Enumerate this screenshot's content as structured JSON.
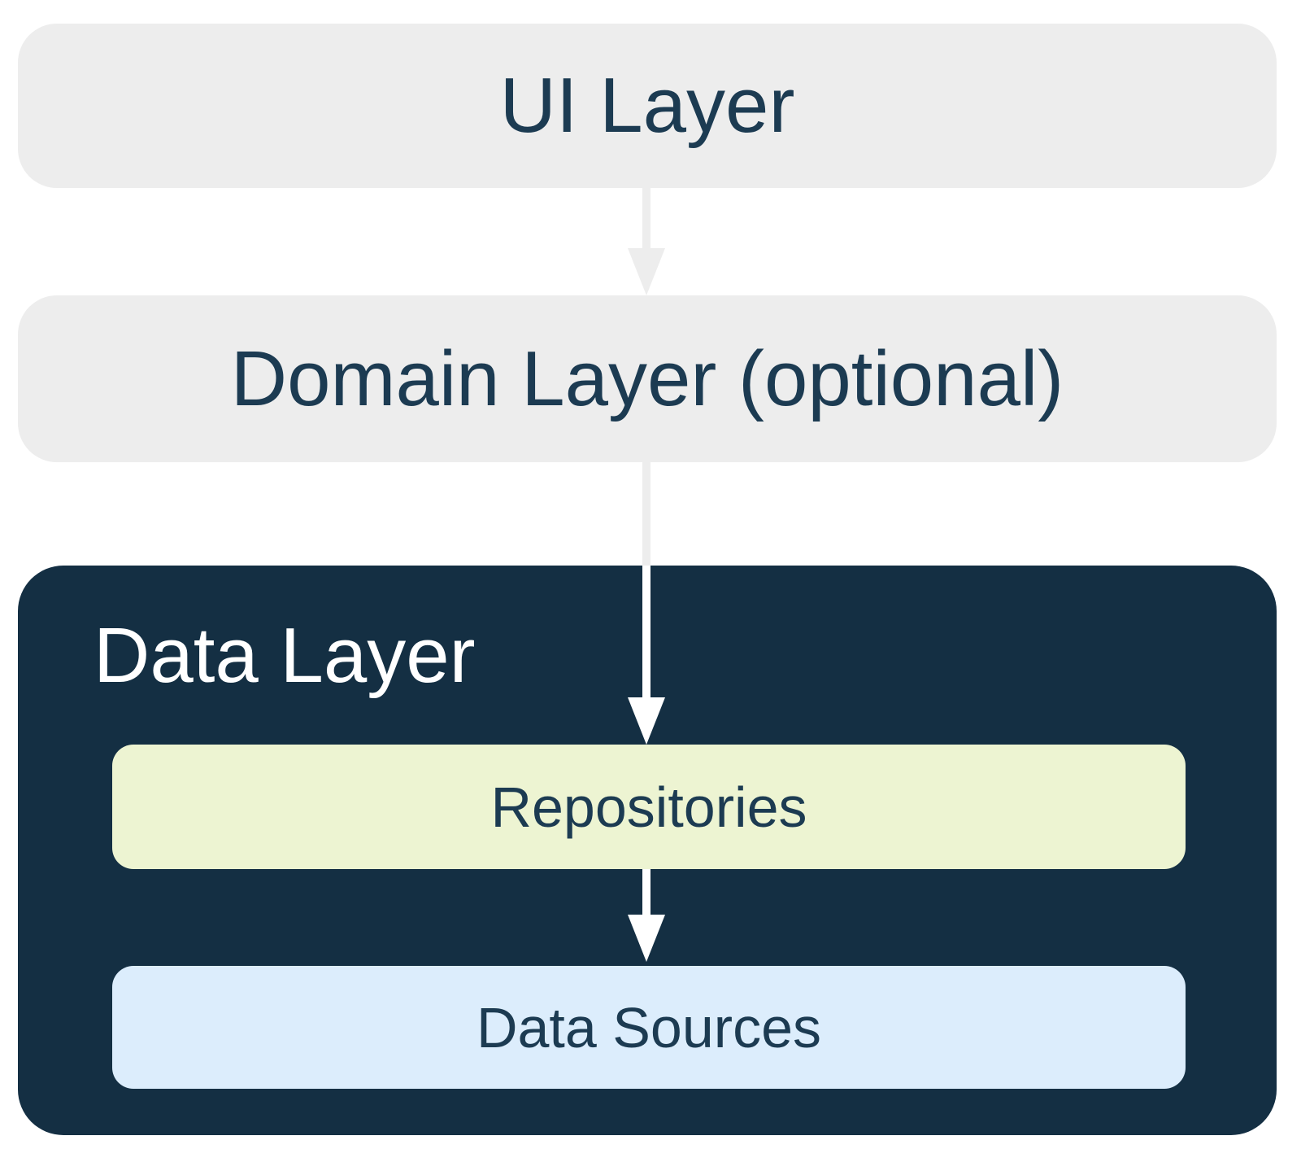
{
  "colors": {
    "canvas_bg": "#FFFFFF",
    "layer_gray": "#EDEDED",
    "navy": "#142F43",
    "text_navy": "#1C3B52",
    "repositories_bg": "#EDF4D2",
    "data_sources_bg": "#DCEDFC",
    "arrow_gray": "#EDEDED",
    "arrow_white": "#FFFFFF"
  },
  "boxes": {
    "ui_layer": {
      "label": "UI Layer"
    },
    "domain_layer": {
      "label": "Domain Layer (optional)"
    },
    "data_layer": {
      "label": "Data Layer"
    },
    "repositories": {
      "label": "Repositories"
    },
    "data_sources": {
      "label": "Data Sources"
    }
  }
}
